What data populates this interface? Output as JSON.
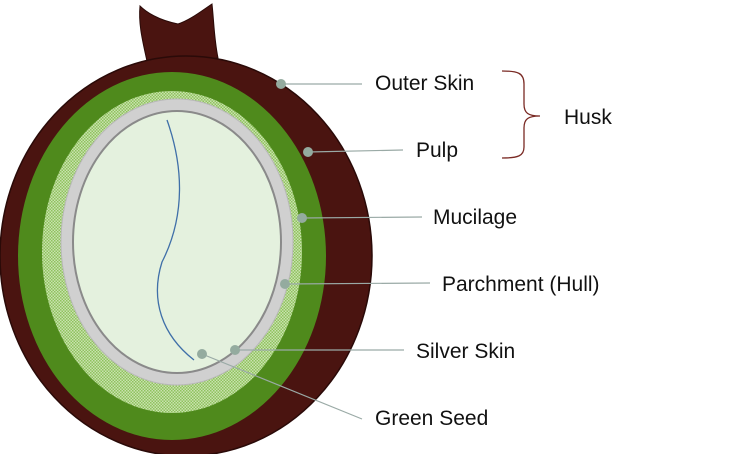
{
  "labels": {
    "outer_skin": "Outer Skin",
    "pulp": "Pulp",
    "mucilage": "Mucilage",
    "parchment": "Parchment (Hull)",
    "silver_skin": "Silver Skin",
    "green_seed": "Green Seed",
    "husk": "Husk"
  },
  "colors": {
    "outer_skin": "#4a1410",
    "pulp": "#4f8a1c",
    "mucilage": "#b9d99a",
    "parchment": "#cfcfcf",
    "silver_skin": "#8a8a8a",
    "green_seed": "#e4f1de",
    "leader_line": "#9aaaa6",
    "marker_dot": "#94ab9f",
    "brace": "#7a2a24",
    "seed_crease": "#3f6fa8"
  }
}
